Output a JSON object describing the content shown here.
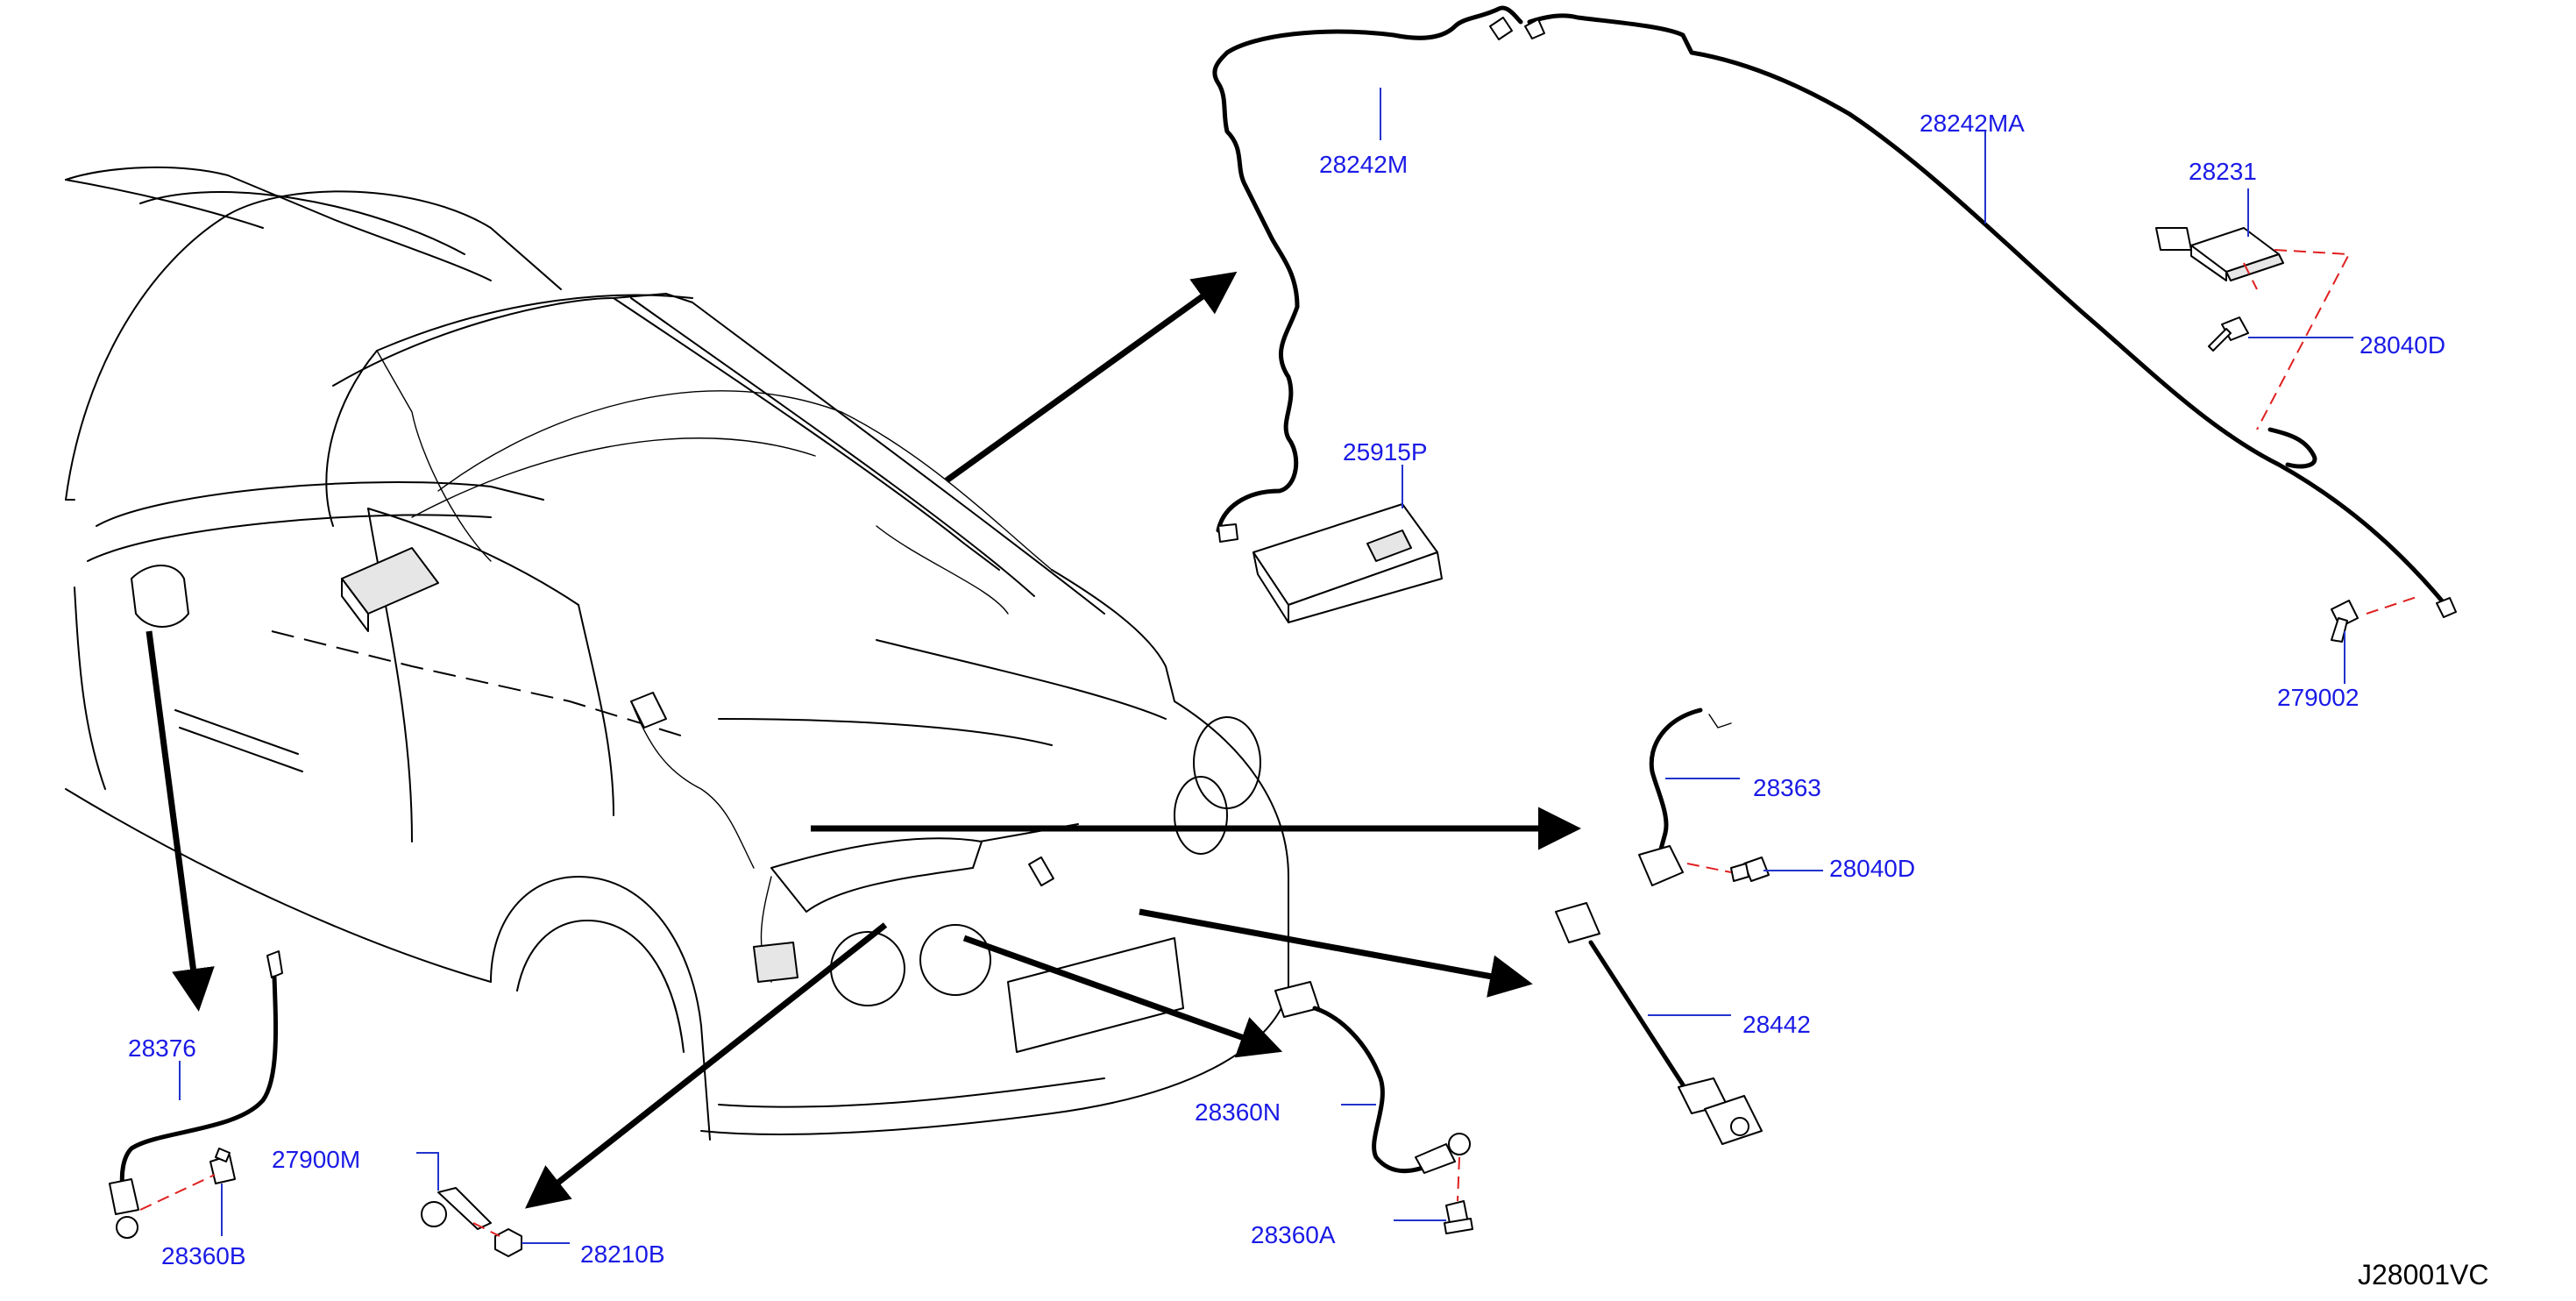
{
  "diagram_code": "J28001VC",
  "parts": {
    "p28242M": "28242M",
    "p28242MA": "28242MA",
    "p28231": "28231",
    "p28040D_top": "28040D",
    "p25915P": "25915P",
    "p27900_partial": "279002",
    "p28363": "28363",
    "p28040D_mid": "28040D",
    "p28442": "28442",
    "p28376": "28376",
    "p28360B": "28360B",
    "p27900M": "27900M",
    "p28210B": "28210B",
    "p28360N": "28360N",
    "p28360A": "28360A"
  },
  "colors": {
    "label": "#1a1ae6",
    "leader": "#2233cc",
    "fastener_link": "#e02020",
    "line": "#000000"
  }
}
